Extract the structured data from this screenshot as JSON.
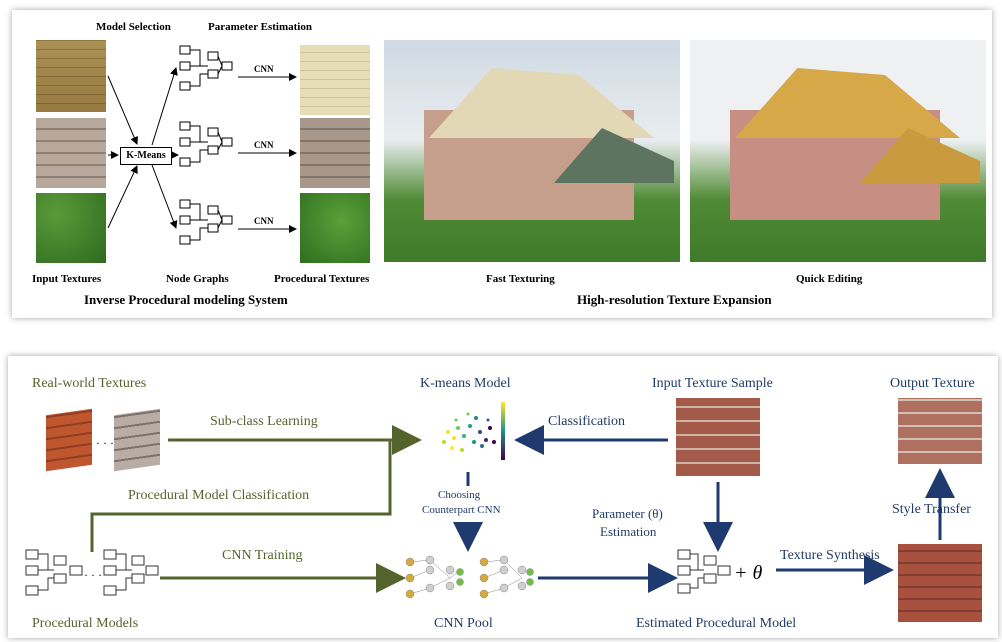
{
  "top": {
    "model_selection": "Model Selection",
    "parameter_estimation": "Parameter Estimation",
    "kmeans": "K-Means",
    "cnn": "CNN",
    "input_textures": "Input Textures",
    "node_graphs": "Node Graphs",
    "procedural_textures": "Procedural Textures",
    "fast_texturing": "Fast Texturing",
    "quick_editing": "Quick Editing",
    "system_title": "Inverse Procedural modeling System",
    "expansion_title": "High-resolution Texture Expansion"
  },
  "bottom": {
    "real_world_textures": "Real-world Textures",
    "ellipsis": "· · ·",
    "subclass_learning": "Sub-class Learning",
    "procedural_model_classification": "Procedural Model Classification",
    "cnn_training": "CNN Training",
    "procedural_models": "Procedural Models",
    "kmeans_model": "K-means Model",
    "choosing_line1": "Choosing",
    "choosing_line2": "Counterpart CNN",
    "cnn_pool": "CNN Pool",
    "input_texture_sample": "Input Texture Sample",
    "classification": "Classification",
    "parameter_line1": "Parameter (θ)",
    "parameter_line2": "Estimation",
    "plus_theta": "+ θ",
    "texture_synthesis": "Texture Synthesis",
    "estimated_procedural_model": "Estimated Procedural Model",
    "output_texture": "Output Texture",
    "style_transfer": "Style Transfer"
  },
  "colors": {
    "green_arrow": "#55642c",
    "navy_arrow": "#1f3a6e",
    "brick": "#9a4a38",
    "stone": "#d8c9a0",
    "grey_brick": "#a89a8e",
    "grass": "#3f7a2a"
  }
}
